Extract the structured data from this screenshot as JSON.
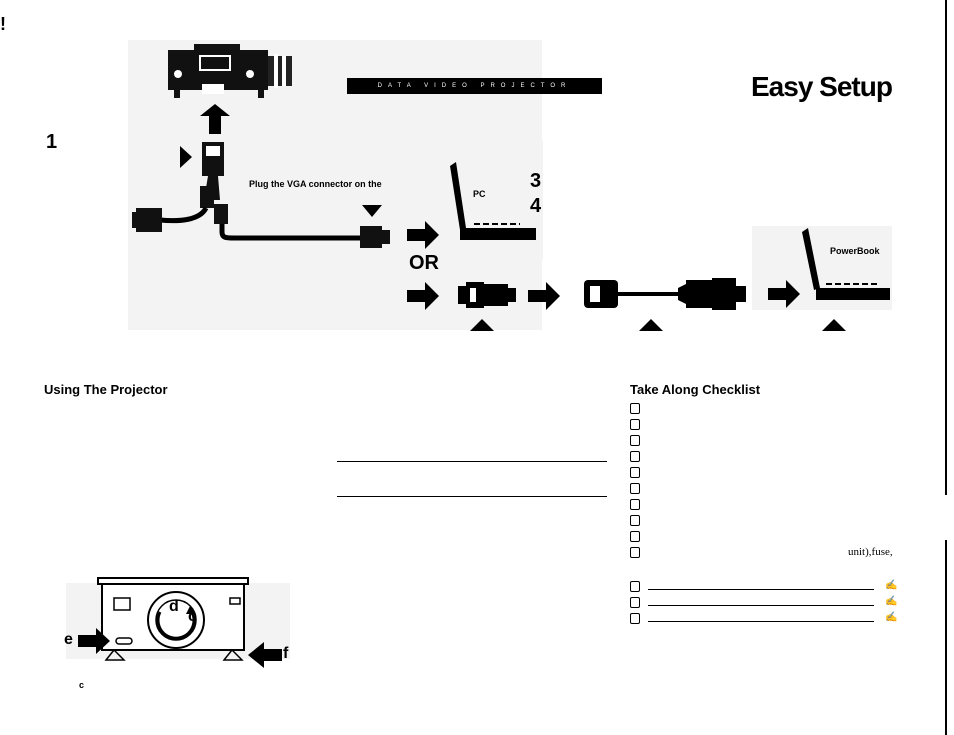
{
  "corner_mark": "!",
  "header": {
    "bar_text": "DATA VIDEO PROJECTOR",
    "title": "Easy Setup"
  },
  "steps": {
    "step1": "1",
    "step3": "3",
    "step4": "4"
  },
  "diagram": {
    "vga_instruction": "Plug the VGA connector on the",
    "pc_label": "PC",
    "or_label": "OR",
    "powerbook_label": "PowerBook"
  },
  "using": {
    "heading": "Using The Projector",
    "label_d": "d",
    "label_c": "c",
    "label_e": "e",
    "label_f": "f",
    "label_c_small": "c"
  },
  "checklist": {
    "heading": "Take Along Checklist",
    "item10_text": "unit),fuse,",
    "write_in_icon": "pencil-icon"
  }
}
